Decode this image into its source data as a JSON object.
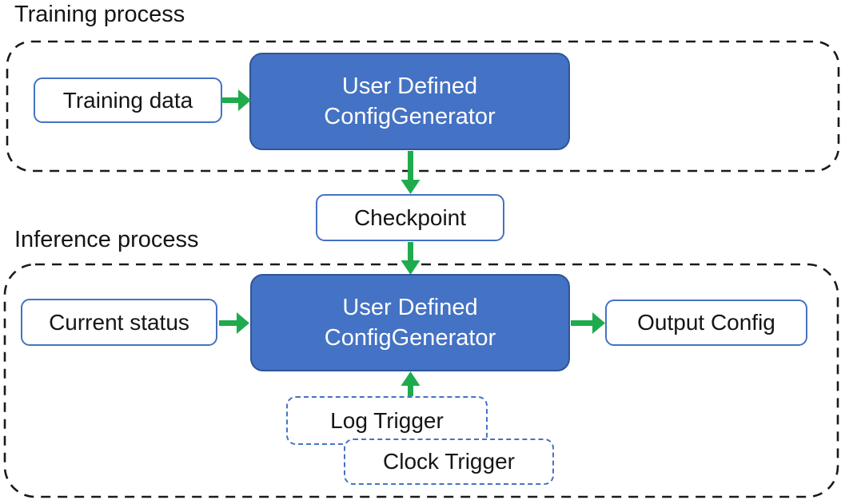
{
  "diagram": {
    "training": {
      "label": "Training process",
      "training_data": "Training data",
      "generator": {
        "line1": "User Defined",
        "line2": "ConfigGenerator"
      }
    },
    "checkpoint": "Checkpoint",
    "inference": {
      "label": "Inference process",
      "current_status": "Current status",
      "generator": {
        "line1": "User Defined",
        "line2": "ConfigGenerator"
      },
      "output_config": "Output Config",
      "log_trigger": "Log Trigger",
      "clock_trigger": "Clock Trigger"
    },
    "colors": {
      "node_fill_blue": "#4472C4",
      "node_border_dark_blue": "#2F5597",
      "light_node_border": "#4472C4",
      "arrow_green": "#1FAB4D",
      "container_dash_black": "#1A1A1A",
      "text_black": "#151515",
      "node_text_white": "#FFFFFF"
    }
  }
}
